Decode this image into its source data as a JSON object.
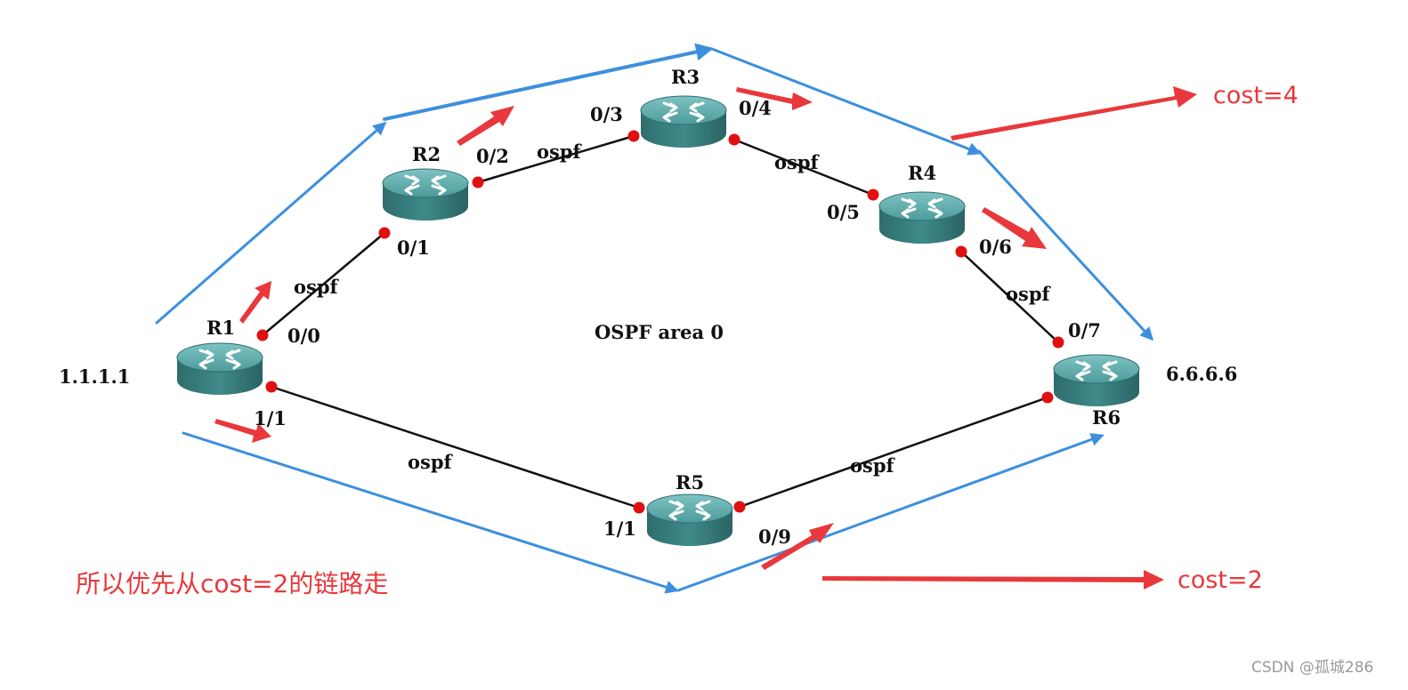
{
  "diagram": {
    "area_label": "OSPF area 0",
    "routers": [
      {
        "id": "r1",
        "name": "R1"
      },
      {
        "id": "r2",
        "name": "R2"
      },
      {
        "id": "r3",
        "name": "R3"
      },
      {
        "id": "r4",
        "name": "R4"
      },
      {
        "id": "r5",
        "name": "R5"
      },
      {
        "id": "r6",
        "name": "R6"
      }
    ],
    "addresses": {
      "r1": "1.1.1.1",
      "r6": "6.6.6.6"
    },
    "interfaces": {
      "r1_top": "0/0",
      "r2_bottom": "0/1",
      "r2_right": "0/2",
      "r3_left": "0/3",
      "r3_right": "0/4",
      "r4_left": "0/5",
      "r4_bottom": "0/6",
      "r6_top": "0/7",
      "r1_bottom": "1/1",
      "r5_left": "1/1",
      "r5_right": "0/9"
    },
    "link_protocol": "ospf",
    "cost_upper": "cost=4",
    "cost_lower": "cost=2",
    "conclusion": "所以优先从cost=2的链路走",
    "watermark": "CSDN @孤城286",
    "colors": {
      "path_arrow": "#3d8fde",
      "annotation": "#e8383b",
      "router": "#3a8585",
      "link": "#111111",
      "port": "#e01010"
    }
  }
}
